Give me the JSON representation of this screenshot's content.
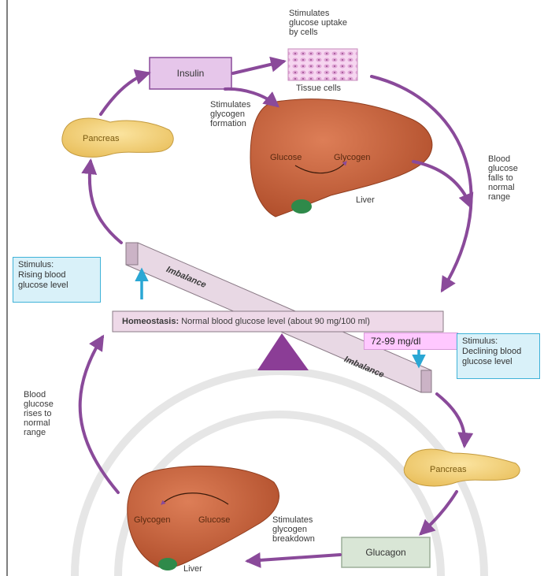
{
  "top": {
    "insulin_label": "Insulin",
    "uptake_text": [
      "Stimulates",
      "glucose uptake",
      "by cells"
    ],
    "tissue_label": "Tissue cells",
    "glycogen_formation_text": [
      "Stimulates",
      "glycogen",
      "formation"
    ],
    "pancreas_label": "Pancreas",
    "liver_glucose": "Glucose",
    "liver_glycogen": "Glycogen",
    "liver_label": "Liver",
    "falls_text": [
      "Blood",
      "glucose",
      "falls to",
      "normal",
      "range"
    ]
  },
  "middle": {
    "stimulus_rising": [
      "Stimulus:",
      "Rising blood",
      "glucose level"
    ],
    "imbalance_top": "Imbalance",
    "homeostasis_bold": "Homeostasis:",
    "homeostasis_text": " Normal blood glucose level (about 90 mg/100 ml)",
    "imbalance_bottom": "Imbalance",
    "note_label": "72-99 mg/dl",
    "stimulus_declining": [
      "Stimulus:",
      "Declining blood",
      "glucose level"
    ]
  },
  "bottom": {
    "rises_text": [
      "Blood",
      "glucose",
      "rises to",
      "normal",
      "range"
    ],
    "pancreas_label": "Pancreas",
    "liver_glycogen": "Glycogen",
    "liver_glucose": "Glucose",
    "breakdown_text": [
      "Stimulates",
      "glycogen",
      "breakdown"
    ],
    "glucagon_label": "Glucagon",
    "liver_label": "Liver"
  },
  "colors": {
    "arrow": "#8a4a9a",
    "insulin_box": "#e6c6ea",
    "liver": "#c9633e",
    "pancreas": "#f3d27e",
    "stimulus_bg": "#d9f1f9",
    "stimulus_border": "#3fb2d8",
    "seesaw_bar": "#e8d8e4",
    "fulcrum": "#8b3d96",
    "glucagon_box": "#d9e6d6",
    "note_bg": "#ffc8ff"
  }
}
